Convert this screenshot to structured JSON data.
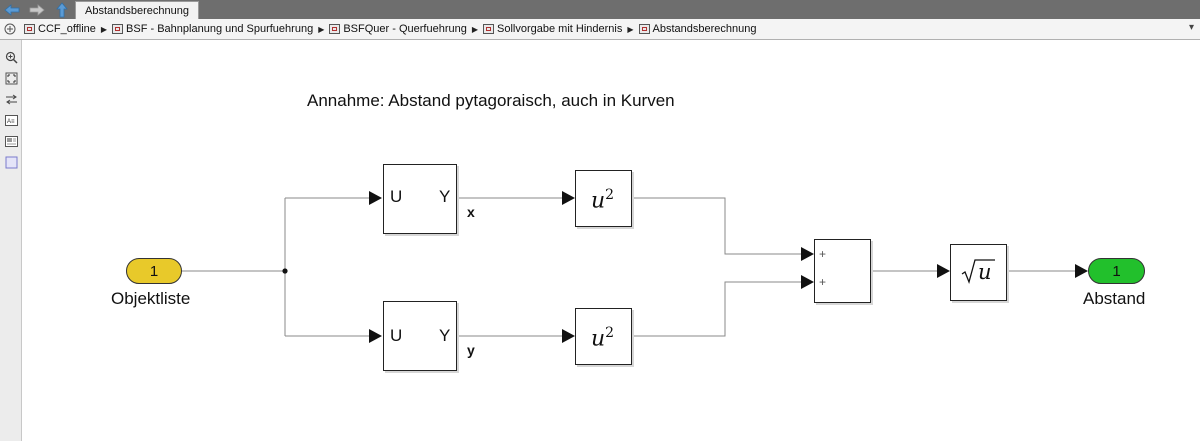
{
  "tab": {
    "label": "Abstandsberechnung"
  },
  "breadcrumb": [
    "CCF_offline",
    "BSF - Bahnplanung und Spurfuehrung",
    "BSFQuer - Querfuehrung",
    "Sollvorgabe mit Hindernis",
    "Abstandsberechnung"
  ],
  "toolbar_icons": [
    "zoom-icon",
    "fit-to-view-icon",
    "arrows-icon",
    "text-annotation-icon",
    "image-annotation-icon",
    "area-icon"
  ],
  "annotation": "Annahme: Abstand pytagoraisch, auch in Kurven",
  "inport": {
    "number": "1",
    "name": "Objektliste",
    "color": "#e8c92a"
  },
  "outport": {
    "number": "1",
    "name": "Abstand",
    "color": "#22c02c"
  },
  "selector_x": {
    "in": "U",
    "out": "Y",
    "signal": "x"
  },
  "selector_y": {
    "in": "U",
    "out": "Y",
    "signal": "y"
  },
  "math_square": "u",
  "math_exp": "2",
  "sum_signs": [
    "+",
    "+"
  ],
  "sqrt_u": "u"
}
